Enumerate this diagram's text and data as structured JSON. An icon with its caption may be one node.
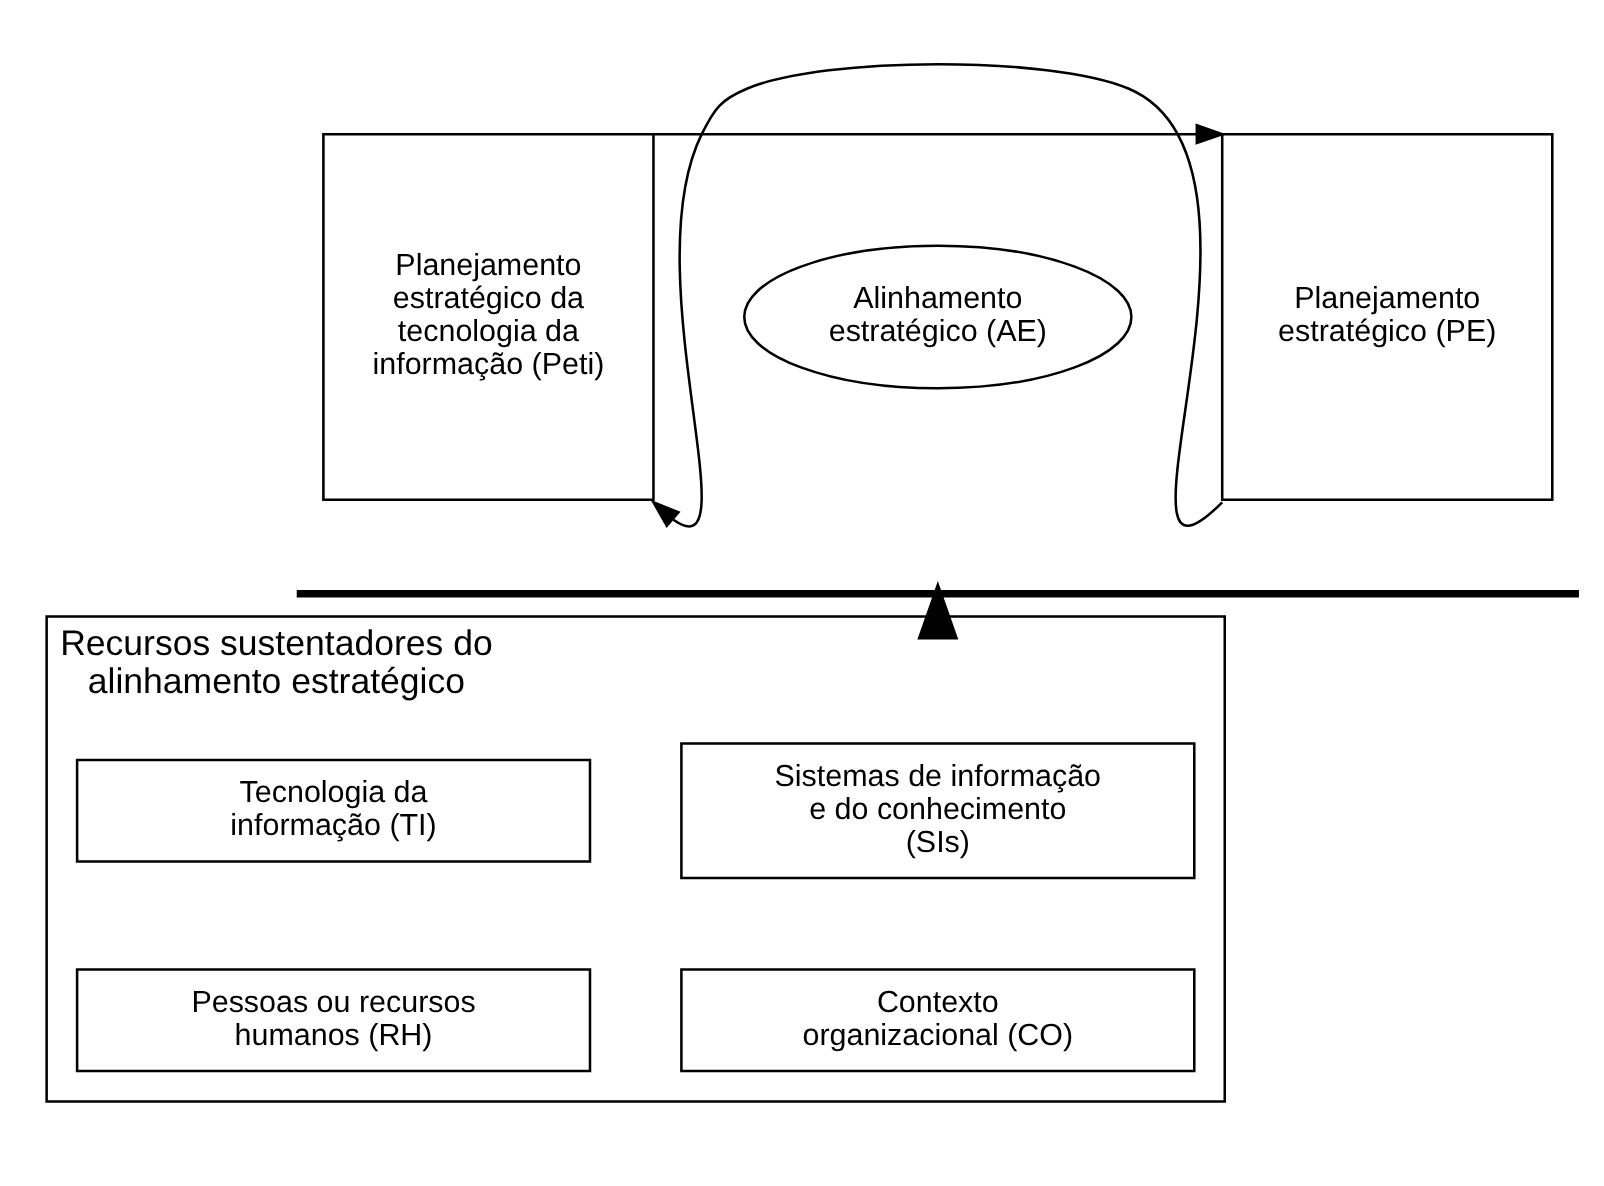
{
  "diagram": {
    "nodes": [
      {
        "text": [
          "Planejamento estratégico da tecnologia da informação (Peti)"
        ]
      },
      {
        "text": [
          "Alinhamento estratégico (AE)"
        ]
      },
      {
        "text": [
          "Planejamento estratégico (PE)"
        ]
      },
      {
        "text": [],
        "shape": "bar"
      },
      {
        "text": [
          "Recursos sustentadores do alinhamento estratégico"
        ]
      },
      {
        "text": [
          "Tecnologia da informação (TI)"
        ],
        "in": 4
      },
      {
        "text": [
          "Sistemas de informação e do conhecimento (SIs)"
        ],
        "in": 4
      },
      {
        "text": [
          "Pessoas ou recursos humanos (RH)"
        ],
        "in": 4
      },
      {
        "text": [
          "Contexto organizacional (CO)"
        ],
        "in": 4
      }
    ],
    "edges": [
      {
        "from": 0,
        "to": 2,
        "arrow": "to"
      },
      {
        "from": 2,
        "to": 0,
        "arrow": "to"
      },
      {
        "from": 4,
        "to": 3,
        "arrow": "to",
        "style": "thick"
      }
    ]
  }
}
